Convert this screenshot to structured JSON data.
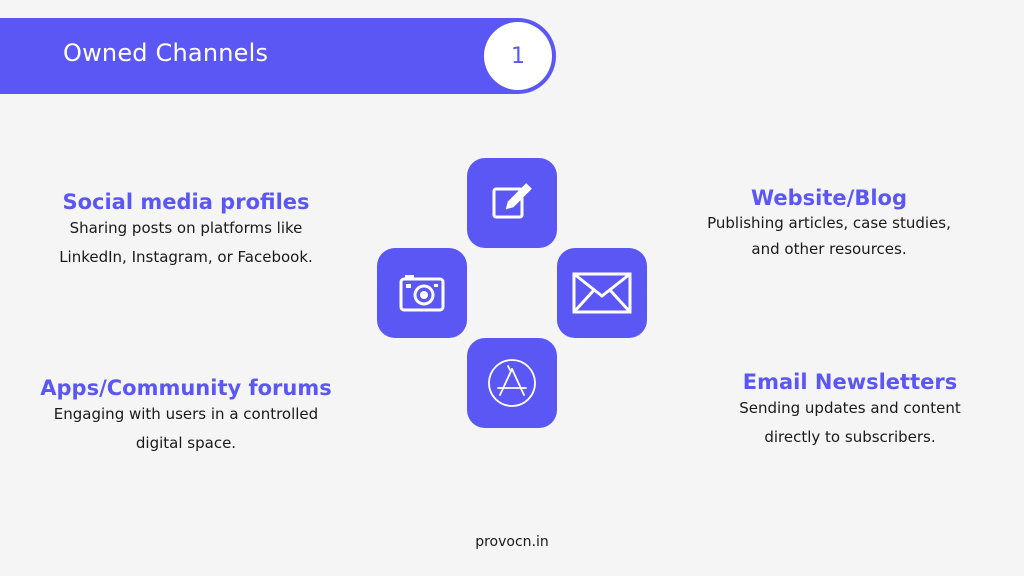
{
  "header": {
    "title": "Owned Channels",
    "number": "1"
  },
  "tiles": {
    "top": {
      "icon": "edit-icon"
    },
    "left": {
      "icon": "camera-icon"
    },
    "right": {
      "icon": "mail-icon"
    },
    "bottom": {
      "icon": "app-store-icon"
    }
  },
  "blocks": {
    "social": {
      "heading": "Social media profiles",
      "line1": "Sharing posts on platforms like",
      "line2": "LinkedIn, Instagram, or Facebook."
    },
    "apps": {
      "heading": "Apps/Community forums",
      "line1": "Engaging with users in a controlled",
      "line2": "digital space."
    },
    "website": {
      "heading": "Website/Blog",
      "line1": "Publishing articles, case studies,",
      "line2": "and other resources."
    },
    "email": {
      "heading": "Email Newsletters",
      "line1": "Sending updates and content",
      "line2": "directly to subscribers."
    }
  },
  "footer": {
    "text": "provocn.in"
  },
  "colors": {
    "accent": "#5b57f5",
    "background": "#f5f5f5",
    "text": "#1a1a1a"
  }
}
